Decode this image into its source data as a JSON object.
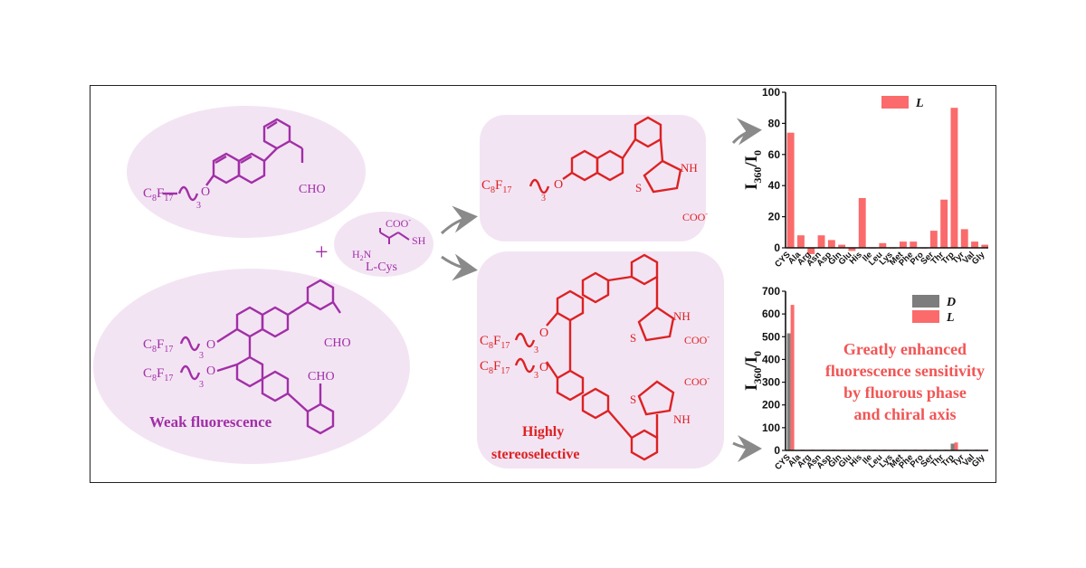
{
  "labels": {
    "weak_fluorescence": "Weak fluorescence",
    "highly_line1": "Highly",
    "highly_line2": "stereoselective",
    "plus": "+",
    "cys_name": "L-Cys",
    "cys_coo": "COO",
    "cys_sh": "SH",
    "cys_h2n": "H",
    "enhanced_line1": "Greatly enhanced",
    "enhanced_line2": "fluorescence sensitivity",
    "enhanced_line3": "by fluorous phase",
    "enhanced_line4": "and chiral axis"
  },
  "colors": {
    "purple": "#a12fa6",
    "red": "#dc2222",
    "bubble": "#f3e4f4",
    "bar_L": "#fb6b6b",
    "bar_D": "#7d7d7d",
    "arrow": "#8a8a8a",
    "enhanced_text": "#f25555"
  },
  "chart_data": [
    {
      "type": "bar",
      "ylabel": "I360/I0",
      "ylim": [
        0,
        100
      ],
      "yticks": [
        0,
        20,
        40,
        60,
        80,
        100
      ],
      "categories": [
        "CYS",
        "Ala",
        "Arg",
        "Asn",
        "Asp",
        "Gln",
        "Glu",
        "His",
        "Ile",
        "Leu",
        "Lys",
        "Met",
        "Phe",
        "Pro",
        "Ser",
        "Thr",
        "Trp",
        "Tyr",
        "Val",
        "Gly"
      ],
      "series": [
        {
          "name": "L",
          "values": [
            74,
            8,
            -4,
            8,
            5,
            2,
            -2,
            32,
            0,
            3,
            0,
            4,
            4,
            0,
            11,
            31,
            90,
            12,
            4,
            2
          ]
        }
      ],
      "legend": "top-center"
    },
    {
      "type": "bar",
      "ylabel": "I360/I0",
      "ylim": [
        0,
        700
      ],
      "yticks": [
        0,
        100,
        200,
        300,
        400,
        500,
        600,
        700
      ],
      "categories": [
        "CYS",
        "Ala",
        "Arg",
        "Asn",
        "Asp",
        "Gln",
        "Glu",
        "His",
        "Ile",
        "Leu",
        "Lys",
        "Met",
        "Phe",
        "Pro",
        "Ser",
        "Thr",
        "Trp",
        "Tyr",
        "Val",
        "Gly"
      ],
      "series": [
        {
          "name": "D",
          "values": [
            515,
            2,
            2,
            2,
            2,
            2,
            2,
            2,
            2,
            2,
            2,
            2,
            2,
            2,
            2,
            2,
            30,
            2,
            2,
            2
          ]
        },
        {
          "name": "L",
          "values": [
            640,
            3,
            3,
            3,
            3,
            3,
            3,
            3,
            3,
            3,
            3,
            3,
            3,
            3,
            3,
            3,
            35,
            3,
            3,
            3
          ]
        }
      ],
      "legend": "top-right"
    }
  ]
}
